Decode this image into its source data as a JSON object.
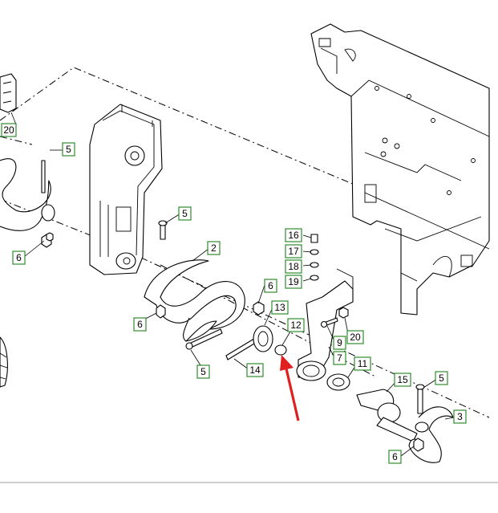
{
  "diagram": {
    "callouts": [
      {
        "id": "c20a",
        "label": "20"
      },
      {
        "id": "c5a",
        "label": "5"
      },
      {
        "id": "c6a",
        "label": "6"
      },
      {
        "id": "c5b",
        "label": "5"
      },
      {
        "id": "c2",
        "label": "2"
      },
      {
        "id": "c6b",
        "label": "6"
      },
      {
        "id": "c6c",
        "label": "6"
      },
      {
        "id": "c13",
        "label": "13"
      },
      {
        "id": "c5c",
        "label": "5"
      },
      {
        "id": "c14",
        "label": "14"
      },
      {
        "id": "c16",
        "label": "16"
      },
      {
        "id": "c17",
        "label": "17"
      },
      {
        "id": "c18",
        "label": "18"
      },
      {
        "id": "c19",
        "label": "19"
      },
      {
        "id": "c12",
        "label": "12"
      },
      {
        "id": "c9",
        "label": "9"
      },
      {
        "id": "c7",
        "label": "7"
      },
      {
        "id": "c20b",
        "label": "20"
      },
      {
        "id": "c11",
        "label": "11"
      },
      {
        "id": "c15",
        "label": "15"
      },
      {
        "id": "c5d",
        "label": "5"
      },
      {
        "id": "c3",
        "label": "3"
      },
      {
        "id": "c6d",
        "label": "6"
      }
    ],
    "colors": {
      "callout_border": "#2e8b2e",
      "highlight_arrow": "#e02020",
      "line_art": "#000000"
    }
  }
}
